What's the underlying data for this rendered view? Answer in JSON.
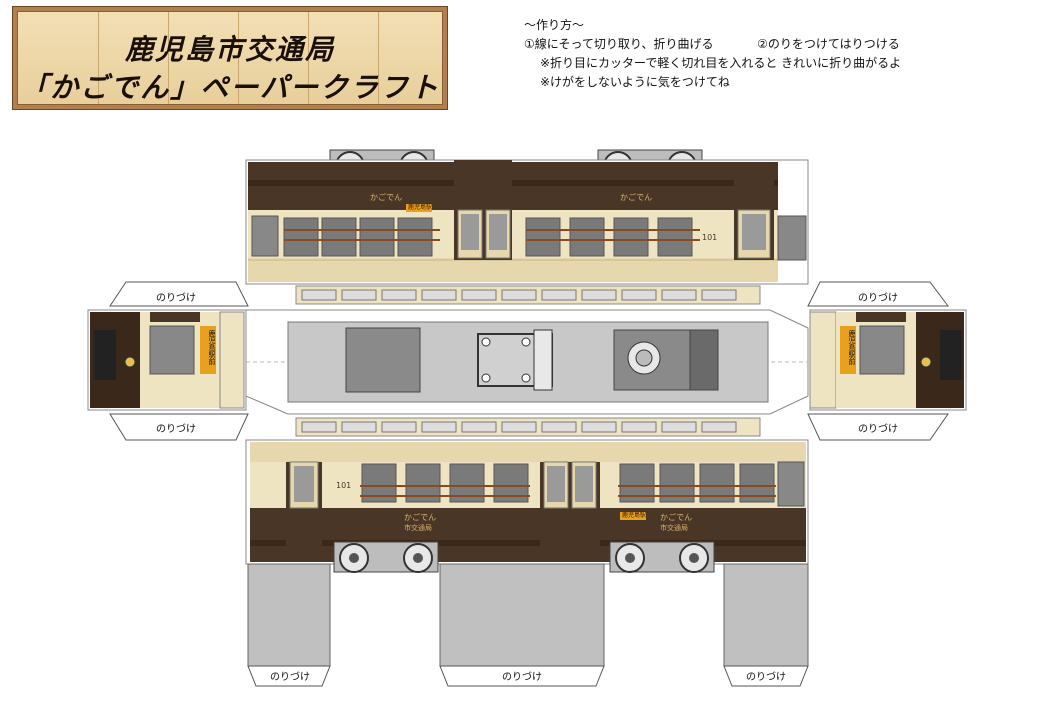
{
  "title": {
    "line1": "鹿児島市交通局",
    "line2": "「かごでん」ペーパークラフト"
  },
  "instructions": {
    "heading": "〜作り方〜",
    "step1": "①線にそって切り取り、折り曲げる",
    "step2": "②のりをつけてはりつける",
    "note1": "※折り目にカッターで軽く切れ目を入れると きれいに折り曲がるよ",
    "note2": "※けがをしないように気をつけてね"
  },
  "glue_tab_label": "のりづけ",
  "tram": {
    "car_number": "101",
    "side_logo": "かごでん",
    "side_logo_sub": "市交通局",
    "destination_sign": "鹿児島駅前",
    "end_sign": "鹿児島駅前"
  },
  "colors": {
    "body_dark": "#4a3626",
    "body_cream": "#efe4c2",
    "roof_grey": "#d8d8d8",
    "underframe_grey": "#c0c0c0",
    "accent_orange": "#e8a020"
  }
}
